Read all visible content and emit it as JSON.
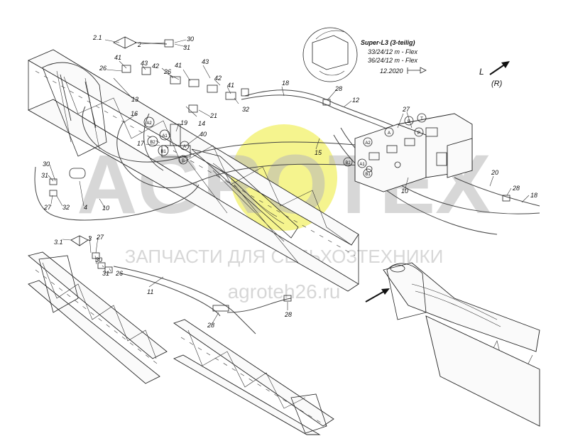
{
  "info_box": {
    "title": "Super-L3 (3-teilig)",
    "line1": "33/24/12 m - Flex",
    "line2": "36/24/12 m - Flex",
    "date": "12.2020"
  },
  "direction": {
    "left": "L",
    "right": "(R)"
  },
  "watermark": {
    "brand": "AGROTEX",
    "subtitle": "ЗАПЧАСТИ ДЛЯ СЕЛЬХОЗТЕХНИКИ",
    "url": "agroteh26.ru"
  },
  "callouts": {
    "c2_1": "2.1",
    "c2": "2",
    "c30a": "30",
    "c31a": "31",
    "c41a": "41",
    "c43a": "43",
    "c26a": "26",
    "c42a": "42",
    "c26b": "26",
    "c41b": "41",
    "c43b": "43",
    "c42b": "42",
    "c41c": "41",
    "c32a": "32",
    "c13": "13",
    "c16": "16",
    "c21": "21",
    "c19": "19",
    "c14": "14",
    "c40": "40",
    "c17": "17",
    "c18a": "18",
    "c28a": "28",
    "c12": "12",
    "c27a": "27",
    "c15": "15",
    "c30b": "30",
    "c31b": "31",
    "c27b": "27",
    "c32b": "32",
    "c4": "4",
    "c10a": "10",
    "c10b": "10",
    "c20": "20",
    "c28b": "28",
    "c18b": "18",
    "c3_1": "3.1",
    "c3": "3",
    "c27c": "27",
    "c30c": "30",
    "c31c": "31",
    "c26c": "26",
    "c11": "11",
    "c28c": "28",
    "c28d": "28"
  },
  "port_marks": {
    "a2": "A2",
    "b2": "B2",
    "a1": "A1",
    "b1": "B1",
    "b": "B",
    "a": "A",
    "va": "A",
    "vb": "B",
    "vt": "T",
    "vp": "P",
    "va2": "A2",
    "vb2": "B2",
    "va1": "A1",
    "vb1": "B1"
  }
}
